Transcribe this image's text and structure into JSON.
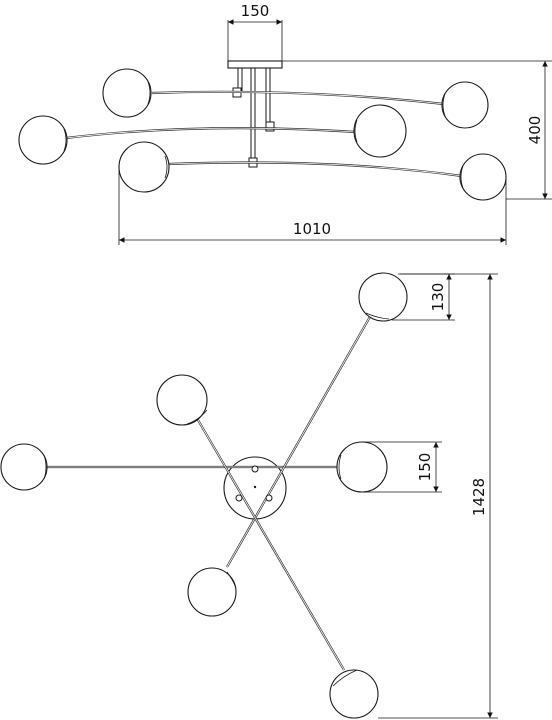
{
  "dimensions": {
    "canopy_width": "150",
    "total_height": "400",
    "total_width_side": "1010",
    "globe_height": "130",
    "globe_diameter": "150",
    "total_length_top": "1428"
  }
}
